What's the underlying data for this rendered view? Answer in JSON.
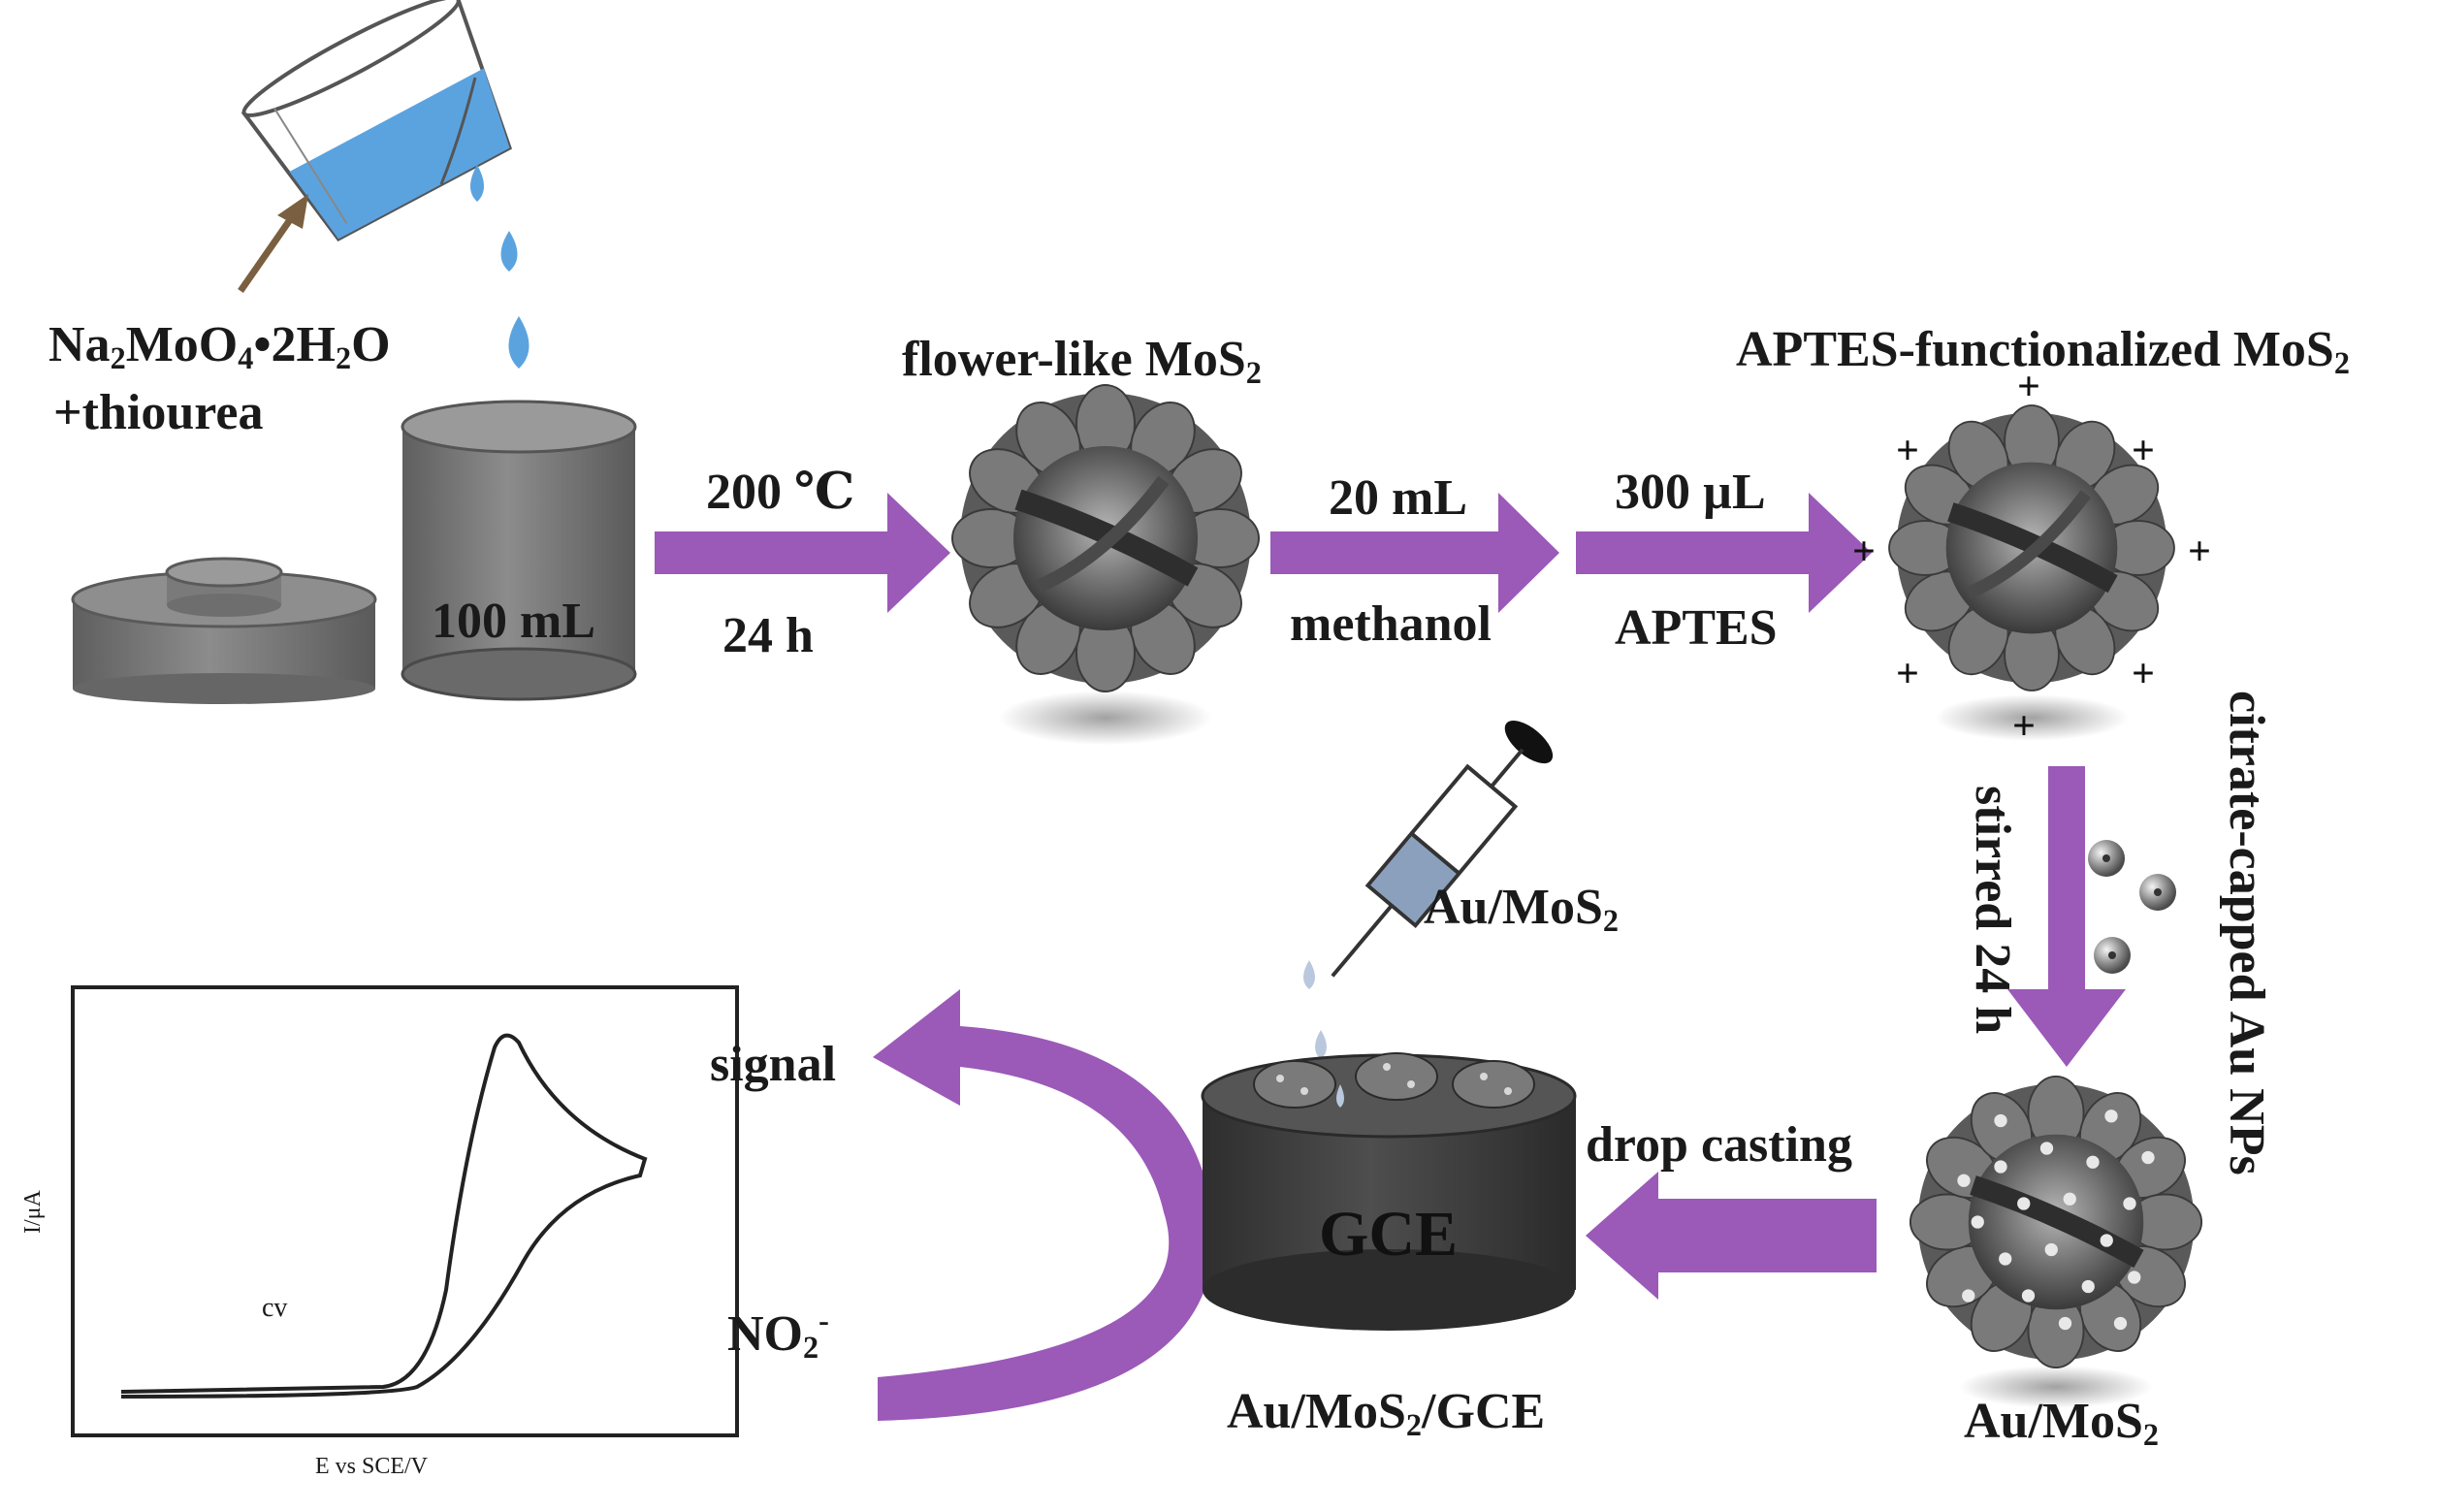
{
  "precursor": {
    "line1_a": "Na",
    "line1_b": "2",
    "line1_c": "MoO",
    "line1_d": "4",
    "line1_e": "•2H",
    "line1_f": "2",
    "line1_g": "O",
    "line2": "+thiourea"
  },
  "autoclave_volume": "100 mL",
  "step1": {
    "temperature": "200 ℃",
    "time": "24 h"
  },
  "flower_label": {
    "text": "flower-like MoS",
    "sub": "2"
  },
  "step2": {
    "top": "20 mL",
    "bottom": "methanol"
  },
  "step3": {
    "top": "300 µL",
    "bottom": "APTES"
  },
  "aptes_label": {
    "text": "APTES-functionalized MoS",
    "sub": "2"
  },
  "charge_symbol": "+",
  "step4": {
    "left": "stirred 24 h",
    "right": "citrate-capped Au NPs"
  },
  "au_mos2_label": {
    "text": "Au/MoS",
    "sub": "2"
  },
  "step5": "drop casting",
  "syringe_label": {
    "text": "Au/MoS",
    "sub": "2"
  },
  "electrode_label": "GCE",
  "electrode_caption": {
    "a": "Au/MoS",
    "b": "2",
    "c": "/GCE"
  },
  "signal_label": "signal",
  "analyte": {
    "base": "NO",
    "sub": "2",
    "sup": "-"
  },
  "cv_plot": {
    "ylabel": "I/μA",
    "xlabel": "E vs SCE/V",
    "curve_label": "cv"
  },
  "colors": {
    "arrow": "#9b59b8",
    "water": "#5ba3df",
    "autoclave": "#7a7a7a",
    "electrode": "#3e3e3e",
    "leader_arrow": "#7a6040"
  }
}
